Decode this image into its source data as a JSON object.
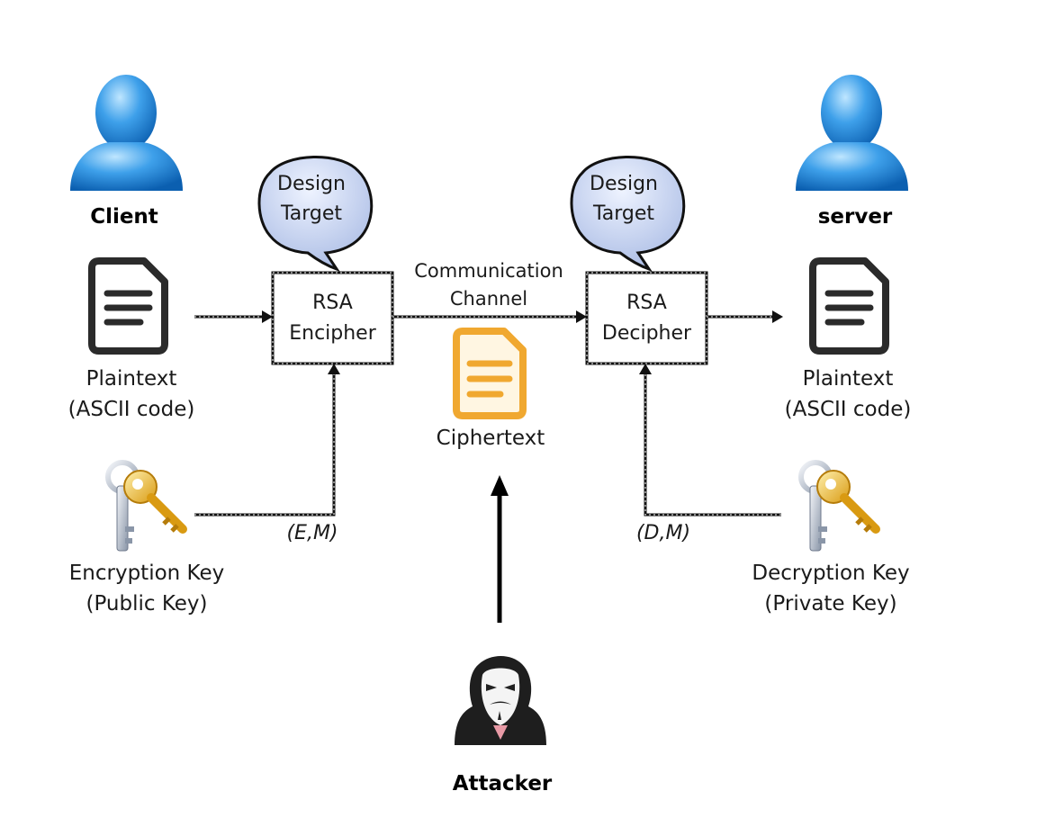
{
  "client": {
    "label": "Client",
    "icon": "user-icon"
  },
  "server": {
    "label": "server",
    "icon": "user-icon"
  },
  "design_target_left": {
    "line1": "Design",
    "line2": "Target"
  },
  "design_target_right": {
    "line1": "Design",
    "line2": "Target"
  },
  "encipher_box": {
    "line1": "RSA",
    "line2": "Encipher"
  },
  "decipher_box": {
    "line1": "RSA",
    "line2": "Decipher"
  },
  "channel": {
    "line1": "Communication",
    "line2": "Channel"
  },
  "ciphertext": {
    "label": "Ciphertext",
    "icon": "document-icon"
  },
  "plaintext_left": {
    "line1": "Plaintext",
    "line2": "(ASCII code)",
    "icon": "document-icon"
  },
  "plaintext_right": {
    "line1": "Plaintext",
    "line2": "(ASCII code)",
    "icon": "document-icon"
  },
  "encryption_key": {
    "line1": "Encryption Key",
    "line2": "(Public Key)",
    "param": "(E,M)",
    "icon": "key-icon"
  },
  "decryption_key": {
    "line1": "Decryption Key",
    "line2": "(Private Key)",
    "param": "(D,M)",
    "icon": "key-icon"
  },
  "attacker": {
    "label": "Attacker",
    "icon": "hacker-icon"
  },
  "colors": {
    "user_blue": "#2f8fe0",
    "bubble_blue": "#c9d6f2",
    "cipher_orange": "#f0a830",
    "doc_dark": "#2b2b2b"
  }
}
